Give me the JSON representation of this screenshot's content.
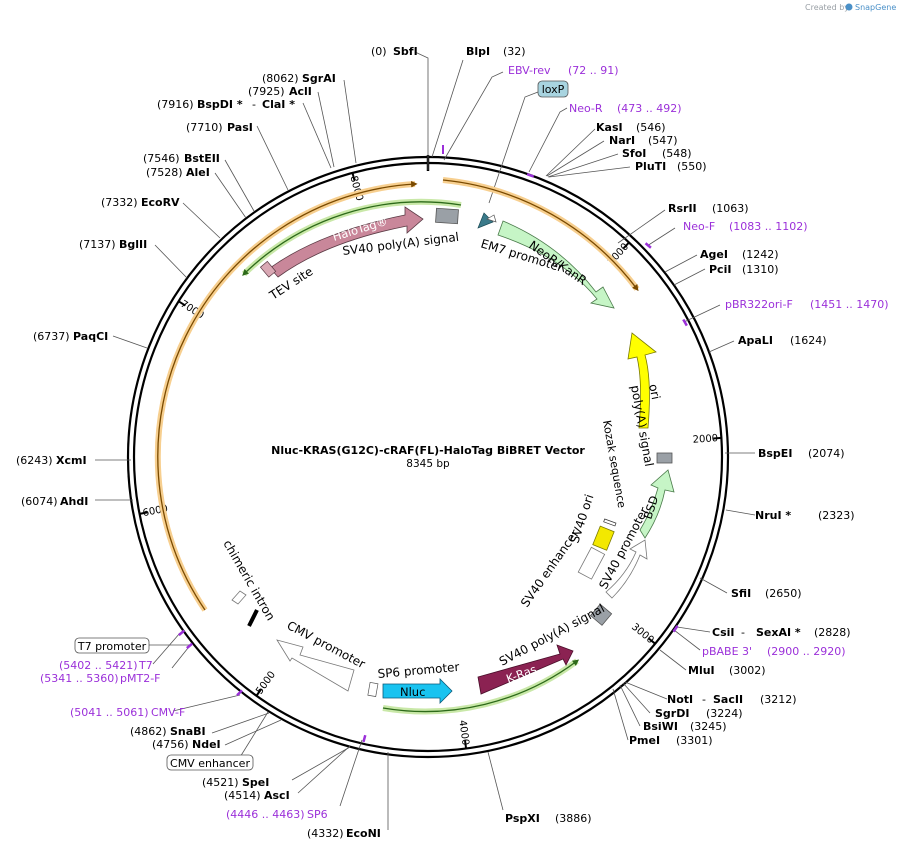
{
  "credit": {
    "prefix": "Created by",
    "brand": "SnapGene"
  },
  "plasmid": {
    "name": "Nluc-KRAS(G12C)-cRAF(FL)-HaloTag BiBRET Vector",
    "length_label": "8345 bp",
    "length_bp": 8345
  },
  "ticks": [
    "1000",
    "2000",
    "3000",
    "4000",
    "5000",
    "6000",
    "7000",
    "8000"
  ],
  "sites": [
    {
      "name": "SbfI",
      "pos": "(0)"
    },
    {
      "name": "BlpI",
      "pos": "(32)"
    },
    {
      "name": "KasI",
      "pos": "(546)"
    },
    {
      "name": "NarI",
      "pos": "(547)"
    },
    {
      "name": "SfoI",
      "pos": "(548)"
    },
    {
      "name": "PluTI",
      "pos": "(550)"
    },
    {
      "name": "RsrII",
      "pos": "(1063)"
    },
    {
      "name": "AgeI",
      "pos": "(1242)"
    },
    {
      "name": "PciI",
      "pos": "(1310)"
    },
    {
      "name": "ApaLI",
      "pos": "(1624)"
    },
    {
      "name": "BspEI",
      "pos": "(2074)"
    },
    {
      "name": "NruI *",
      "pos": "(2323)"
    },
    {
      "name": "SfiI",
      "pos": "(2650)"
    },
    {
      "name": "CsiI",
      "pos": ""
    },
    {
      "name": "SexAI *",
      "pos": "(2828)"
    },
    {
      "name": "MluI",
      "pos": "(3002)"
    },
    {
      "name": "NotI",
      "pos": ""
    },
    {
      "name": "SacII",
      "pos": "(3212)"
    },
    {
      "name": "SgrDI",
      "pos": "(3224)"
    },
    {
      "name": "BsiWI",
      "pos": "(3245)"
    },
    {
      "name": "PmeI",
      "pos": "(3301)"
    },
    {
      "name": "PspXI",
      "pos": "(3886)"
    },
    {
      "name": "EcoNI",
      "pos": "(4332)"
    },
    {
      "name": "AscI",
      "pos": "(4514)"
    },
    {
      "name": "SpeI",
      "pos": "(4521)"
    },
    {
      "name": "NdeI",
      "pos": "(4756)"
    },
    {
      "name": "SnaBI",
      "pos": "(4862)"
    },
    {
      "name": "AhdI",
      "pos": "(6074)"
    },
    {
      "name": "XcmI",
      "pos": "(6243)"
    },
    {
      "name": "PaqCI",
      "pos": "(6737)"
    },
    {
      "name": "BglII",
      "pos": "(7137)"
    },
    {
      "name": "EcoRV",
      "pos": "(7332)"
    },
    {
      "name": "AleI",
      "pos": "(7528)"
    },
    {
      "name": "BstEII",
      "pos": "(7546)"
    },
    {
      "name": "PasI",
      "pos": "(7710)"
    },
    {
      "name": "BspDI *",
      "pos": "(7916)"
    },
    {
      "name": "ClaI *",
      "pos": ""
    },
    {
      "name": "AclI",
      "pos": "(7925)"
    },
    {
      "name": "SgrAI",
      "pos": "(8062)"
    }
  ],
  "primers": [
    {
      "name": "EBV-rev",
      "range": "(72 .. 91)"
    },
    {
      "name": "Neo-R",
      "range": "(473 .. 492)"
    },
    {
      "name": "Neo-F",
      "range": "(1083 .. 1102)"
    },
    {
      "name": "pBR322ori-F",
      "range": "(1451 .. 1470)"
    },
    {
      "name": "pBABE 3'",
      "range": "(2900 .. 2920)"
    },
    {
      "name": "SP6",
      "range": "(4446 .. 4463)"
    },
    {
      "name": "CMV-F",
      "range": "(5041 .. 5061)"
    },
    {
      "name": "pMT2-F",
      "range": "(5341 .. 5360)"
    },
    {
      "name": "T7",
      "range": "(5402 .. 5421)"
    }
  ],
  "boxed_features": [
    "loxP",
    "T7 promoter",
    "CMV enhancer"
  ],
  "features": [
    "HaloTag®",
    "SV40 poly(A) signal",
    "TEV site",
    "EM7 promoter",
    "NeoR/KanR",
    "ori",
    "poly(A) signal",
    "Kozak sequence",
    "BSD",
    "SV40 ori",
    "SV40 enhancer",
    "SV40 promoter",
    "SV40 poly(A) signal",
    "K-Ras",
    "SP6 promoter",
    "Nluc",
    "CMV promoter",
    "chimeric intron"
  ],
  "colors": {
    "site": "#000000",
    "primer": "#9b30d9",
    "orange_band": "#f2a93b",
    "green_band": "#7fc241",
    "halotag": "#c9879a",
    "neor": "#c6f5c6",
    "ori": "#ffff00",
    "bsd": "#c6f5c6",
    "nluc": "#19c3f0",
    "kras": "#8b2252",
    "grey_feature": "#9aa0a6",
    "loxp": "#a8d4e0"
  }
}
